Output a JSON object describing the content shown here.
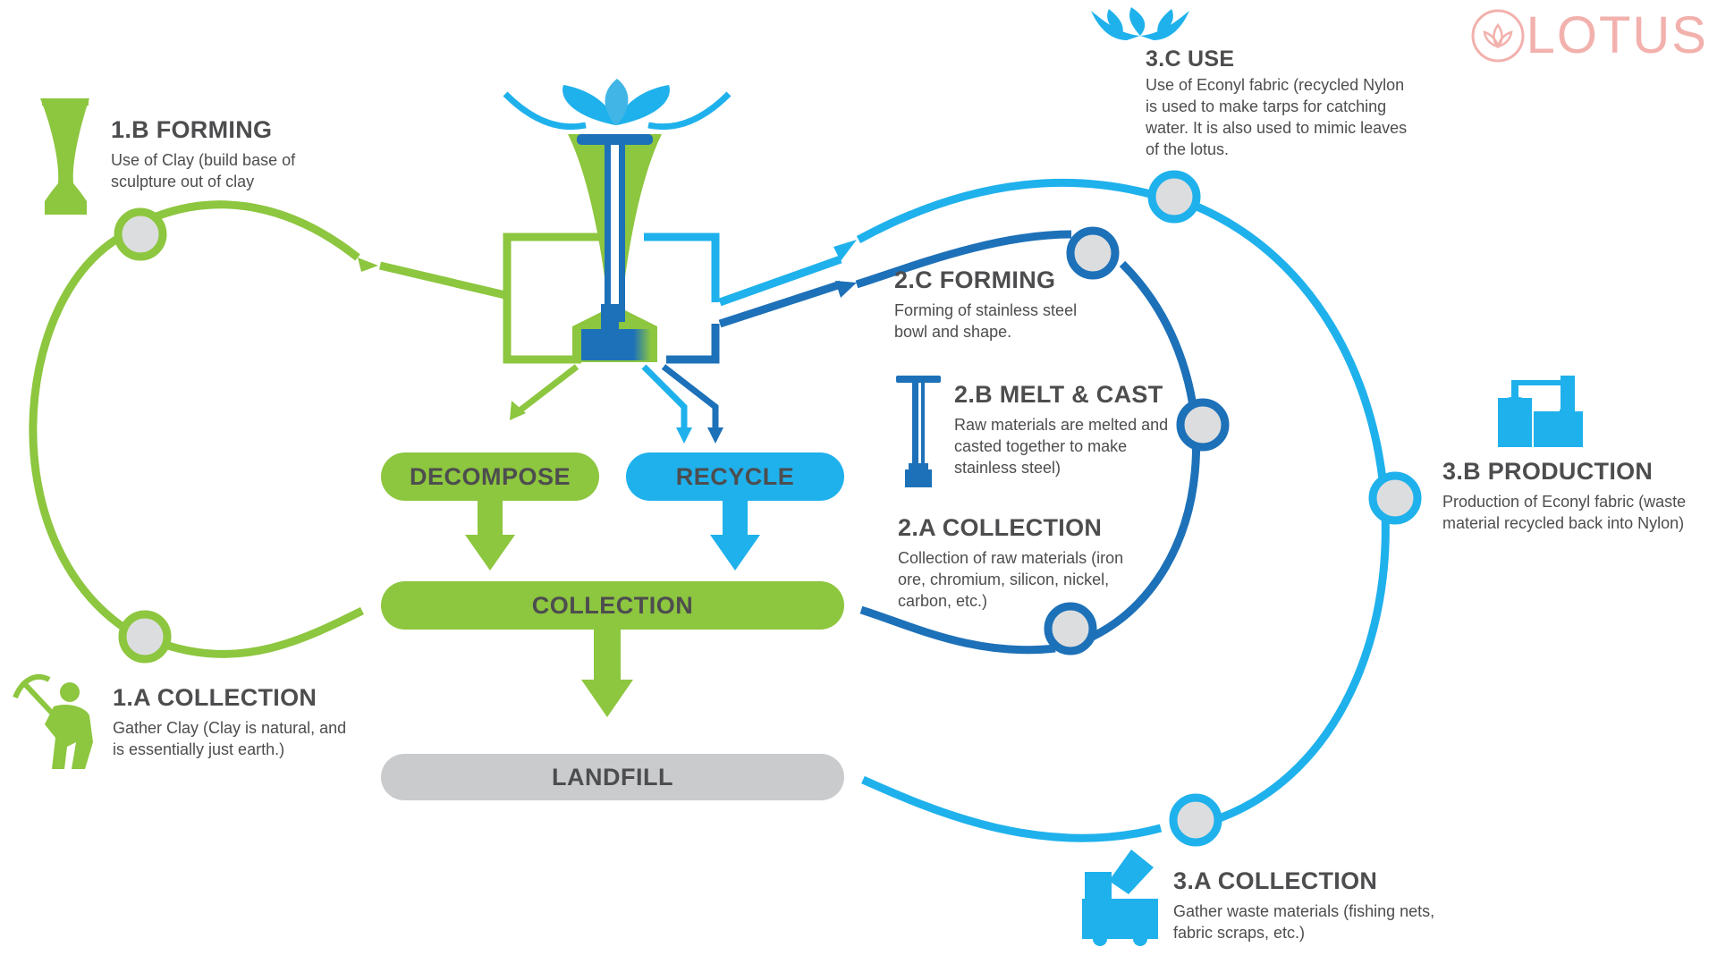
{
  "brand": {
    "name": "LOTUS",
    "color": "#f2b1ad"
  },
  "colors": {
    "green": "#8dc63f",
    "light_blue": "#1fb1ec",
    "dark_blue": "#1d71b8",
    "gray": "#cacbcd",
    "text": "#4d4d4f"
  },
  "stages": {
    "s1a": {
      "title": "1.A COLLECTION",
      "desc": "Gather Clay (Clay is natural, and is essentially just earth.)",
      "icon": "miner-icon"
    },
    "s1b": {
      "title": "1.B FORMING",
      "desc": "Use of Clay (build base of sculpture out of clay",
      "icon": "sculpture-base-icon"
    },
    "s2a": {
      "title": "2.A COLLECTION",
      "desc": "Collection of raw materials (iron ore, chromium, silicon, nickel, carbon, etc.)"
    },
    "s2b": {
      "title": "2.B MELT & CAST",
      "desc": "Raw materials are melted and casted together to make stainless steel)",
      "icon": "steel-pole-icon"
    },
    "s2c": {
      "title": "2.C FORMING",
      "desc": "Forming of stainless steel bowl and shape."
    },
    "s3a": {
      "title": "3.A COLLECTION",
      "desc": "Gather waste materials (fishing nets, fabric scraps, etc.)",
      "icon": "dump-truck-icon"
    },
    "s3b": {
      "title": "3.B PRODUCTION",
      "desc": "Production of Econyl fabric (waste material recycled back into Nylon)",
      "icon": "factory-icon"
    },
    "s3c": {
      "title": "3.C USE",
      "desc": "Use of Econyl fabric (recycled Nylon is used to make tarps for catching water. It is also used to mimic leaves of the lotus.",
      "icon": "lotus-leaves-icon"
    }
  },
  "outcomes": {
    "decompose": "DECOMPOSE",
    "recycle": "RECYCLE",
    "collection": "COLLECTION",
    "landfill": "LANDFILL"
  }
}
